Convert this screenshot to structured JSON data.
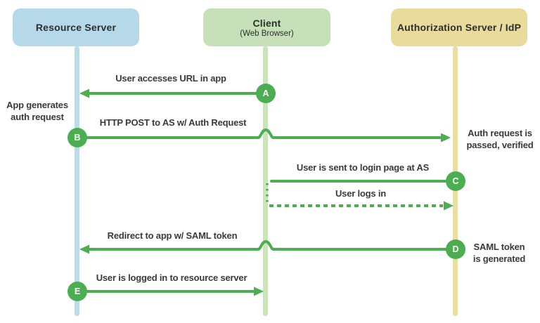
{
  "diagram": {
    "type": "sequence-diagram",
    "subject": "SAML authentication flow",
    "colors": {
      "arrow": "#4cae50",
      "text": "#3a3a3a",
      "badge_text": "#ffffff"
    },
    "actors": [
      {
        "id": "resource",
        "label": "Resource Server",
        "fill": "#b5d9e8",
        "line_color": "#bcdcea"
      },
      {
        "id": "client",
        "label": "Client",
        "sublabel": "(Web Browser)",
        "fill": "#c6e0b7",
        "line_color": "#cbe4bd"
      },
      {
        "id": "idp",
        "label": "Authorization Server / IdP",
        "fill": "#e8db9c",
        "line_color": "#eadfa3"
      }
    ],
    "messages": [
      {
        "letter": "A",
        "label": "User accesses URL in app",
        "from": "client",
        "to": "resource",
        "style": "solid"
      },
      {
        "letter": "B",
        "label": "HTTP POST to AS w/ Auth Request",
        "from": "resource",
        "to": "idp",
        "style": "solid"
      },
      {
        "letter": "C",
        "label": "User is sent to login page at AS",
        "from": "idp",
        "to": "client",
        "style": "solid"
      },
      {
        "letter": "",
        "label": "User logs in",
        "from": "client",
        "to": "idp",
        "style": "dashed"
      },
      {
        "letter": "D",
        "label": "Redirect to app w/ SAML token",
        "from": "idp",
        "to": "resource",
        "style": "solid"
      },
      {
        "letter": "E",
        "label": "User is logged in to resource server",
        "from": "resource",
        "to": "client",
        "style": "solid"
      }
    ],
    "side_notes": [
      {
        "lines": [
          "App generates",
          "auth request"
        ],
        "side": "left"
      },
      {
        "lines": [
          "Auth request is",
          "passed, verified"
        ],
        "side": "right"
      },
      {
        "lines": [
          "SAML token",
          "is generated"
        ],
        "side": "right"
      }
    ]
  }
}
